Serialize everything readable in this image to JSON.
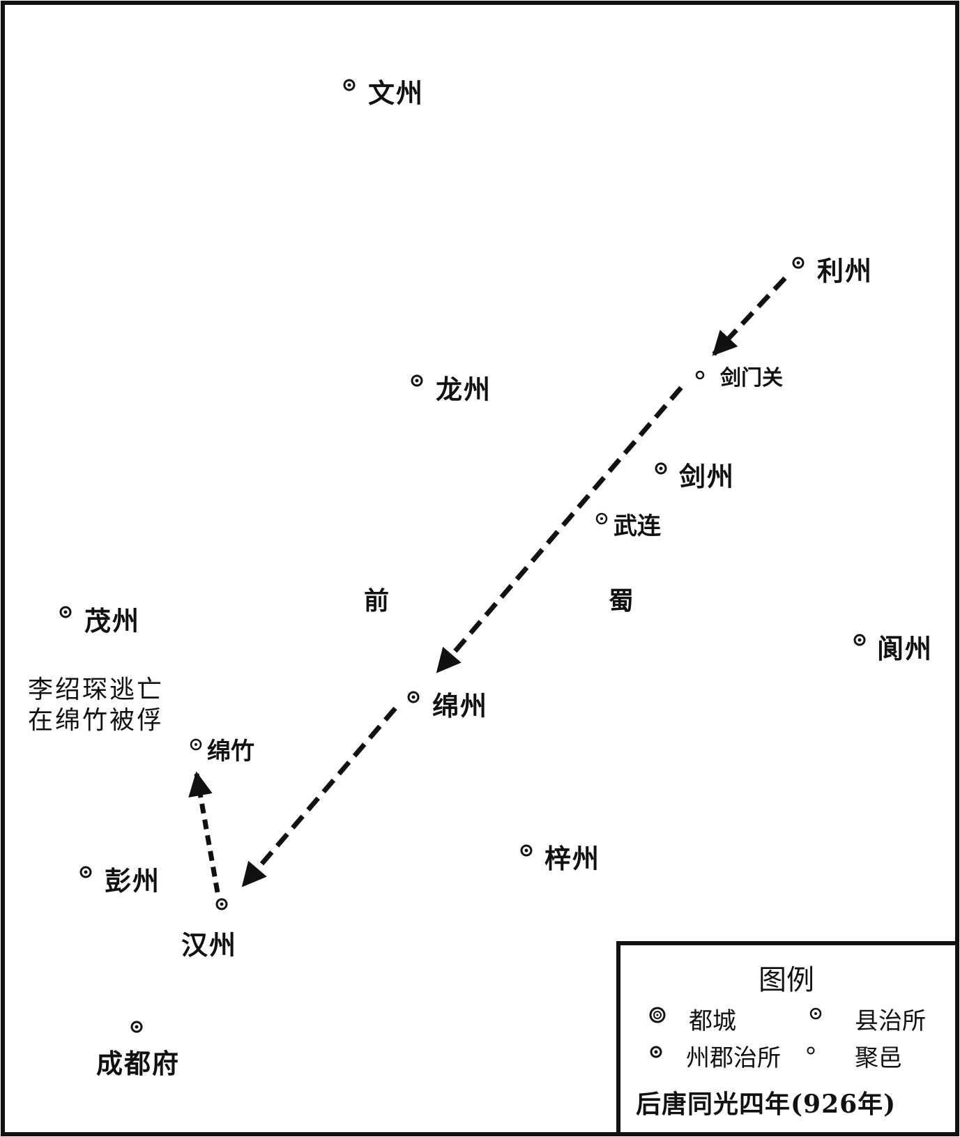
{
  "places": {
    "wenzhou": "文州",
    "lizhou": "利州",
    "jianmenguan": "剑门关",
    "longzhou": "龙州",
    "jianzhou": "剑州",
    "wulian": "武连",
    "maozhou": "茂州",
    "langzhou": "阆州",
    "mianzhou": "绵州",
    "mianzhu": "绵竹",
    "zizhou": "梓州",
    "pengzhou": "彭州",
    "hanzhou": "汉州",
    "chengdufu": "成都府"
  },
  "region": {
    "char1": "前",
    "char2": "蜀"
  },
  "annotation": {
    "text": "李绍琛逃亡\n在绵竹被俘"
  },
  "legend": {
    "title": "图例",
    "capital": "都城",
    "county_seat": "县治所",
    "prefecture_seat": "州郡治所",
    "settlement": "聚邑",
    "caption": "后唐同光四年(926年)"
  },
  "colors": {
    "ink": "#111111",
    "background": "#ffffff"
  }
}
